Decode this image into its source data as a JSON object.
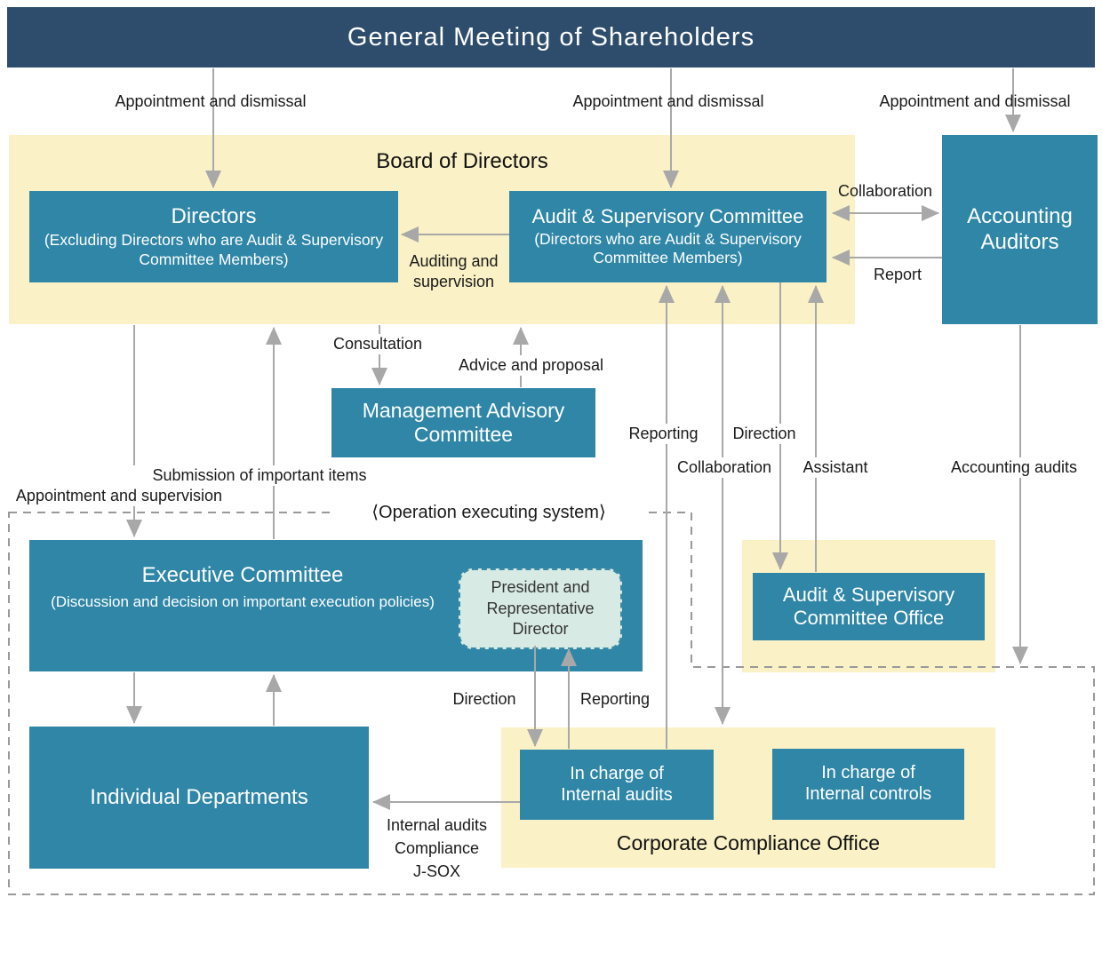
{
  "banner": {
    "title": "General Meeting of Shareholders"
  },
  "board_area": {
    "title": "Board of Directors"
  },
  "boxes": {
    "directors": {
      "title": "Directors",
      "subtitle": "(Excluding Directors who are Audit & Supervisory Committee Members)"
    },
    "audit_committee": {
      "title": "Audit & Supervisory Committee",
      "subtitle": "(Directors who are Audit & Supervisory Committee Members)"
    },
    "accounting_auditors": {
      "title": "Accounting Auditors"
    },
    "management_advisory": {
      "title": "Management Advisory Committee"
    },
    "executive_committee": {
      "title": "Executive Committee",
      "subtitle": "(Discussion and decision on important execution policies)"
    },
    "president": {
      "title": "President and Representative Director"
    },
    "audit_committee_office": {
      "title": "Audit & Supervisory Committee Office"
    },
    "individual_departments": {
      "title": "Individual Departments"
    },
    "internal_audits": {
      "title": "In charge of Internal audits"
    },
    "internal_controls": {
      "title": "In charge of Internal controls"
    },
    "compliance_office": {
      "title": "Corporate Compliance Office"
    }
  },
  "labels": {
    "appointment_and_dismissal": "Appointment and dismissal",
    "collaboration_top": "Collaboration",
    "report": "Report",
    "auditing_supervision": "Auditing and supervision",
    "consultation": "Consultation",
    "advice_proposal": "Advice and proposal",
    "reporting_mid": "Reporting",
    "direction_mid": "Direction",
    "collaboration_mid": "Collaboration",
    "assistant": "Assistant",
    "accounting_audits": "Accounting audits",
    "submission": "Submission of important items",
    "appointment_supervision": "Appointment and supervision",
    "operation_system": "⟨Operation executing system⟩",
    "direction_bottom": "Direction",
    "reporting_bottom": "Reporting",
    "internal_audit_flow": [
      "Internal audits",
      "Compliance",
      "J-SOX"
    ]
  },
  "colors": {
    "header": "#2e4d6c",
    "box": "#2f86a7",
    "panel": "#faf1c6",
    "president-fill": "#d8eae4",
    "arrow": "#a8a8a8",
    "dashed": "#999999",
    "text": "#1a1a1a"
  }
}
